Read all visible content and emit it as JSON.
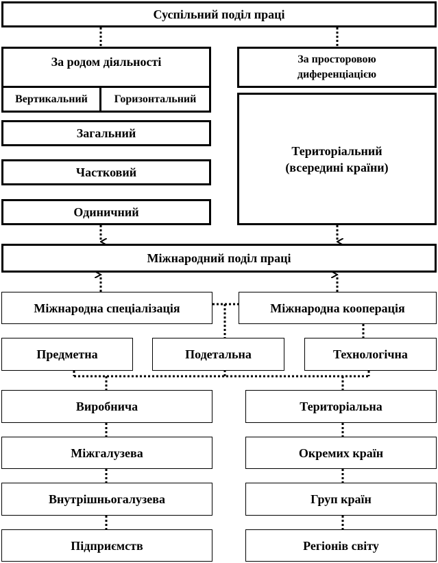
{
  "diagram": {
    "social_division": "Суспільний поділ праці",
    "by_activity": "За родом діяльності",
    "vertical": "Вертикальний",
    "horizontal": "Горизонтальний",
    "general": "Загальний",
    "partial": "Частковий",
    "single": "Одиничний",
    "by_spatial": "За просторовою\nдиференціацією",
    "territorial_inner": "Територіальний\n(всередині країни)",
    "international_division": "Міжнародний поділ праці",
    "intl_specialization": "Міжнародна спеціалізація",
    "intl_cooperation": "Міжнародна кооперація",
    "subject": "Предметна",
    "detail": "Подетальна",
    "technological": "Технологічна",
    "production": "Виробнича",
    "interbranch": "Міжгалузева",
    "intrabranch": "Внутрішньогалузева",
    "enterprises": "Підприємств",
    "territorial": "Територіальна",
    "single_countries": "Окремих країн",
    "country_groups": "Груп країн",
    "world_regions": "Регіонів світу"
  }
}
